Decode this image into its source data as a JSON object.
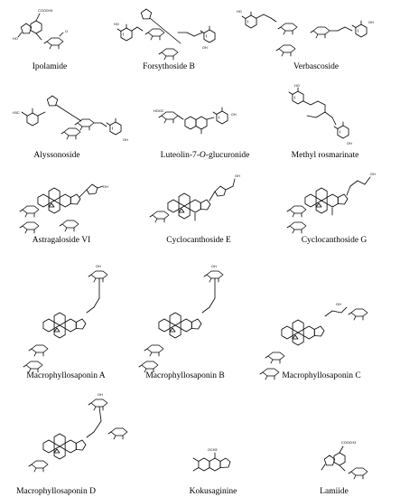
{
  "compounds": [
    {
      "name": "Ipolamide"
    },
    {
      "name": "Forsythoside B"
    },
    {
      "name": "Verbascoside"
    },
    {
      "name": "Alyssonoside"
    },
    {
      "name": "Luteolin-7-O-glucuronide",
      "name_prefix": "Luteolin-7-",
      "name_italic": "O",
      "name_suffix": "-glucuronide"
    },
    {
      "name": "Methyl rosmarinate"
    },
    {
      "name": "Astragaloside VI"
    },
    {
      "name": "Cyclocanthoside E"
    },
    {
      "name": "Cyclocanthoside G"
    },
    {
      "name": "Macrophyllosaponin A"
    },
    {
      "name": "Macrophyllosaponin B"
    },
    {
      "name": "Macrophyllosaponin C"
    },
    {
      "name": "Macrophyllosaponin D"
    },
    {
      "name": "Kokusaginine"
    },
    {
      "name": "Lamiide"
    }
  ],
  "atom_labels": {
    "oh": "OH",
    "ho": "HO",
    "o": "O",
    "cooch3": "COOCH3",
    "h3c": "H3C",
    "hooc": "HOOC",
    "ome": "OCH3"
  }
}
